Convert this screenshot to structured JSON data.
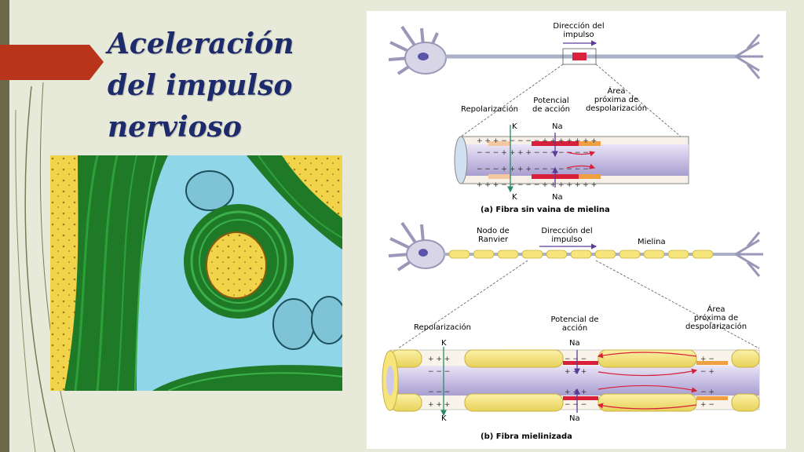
{
  "slide": {
    "title": "Aceleración del impulso nervioso"
  },
  "figure_a": {
    "direction_label": "Dirección del impulso",
    "repolarization": "Repolarización",
    "action_potential": "Potencial de acción",
    "next_area": "Área próxima de despolarización",
    "k": "K",
    "na": "Na",
    "caption": "(a) Fibra sin vaina de mielina"
  },
  "figure_b": {
    "ranvier_node": "Nodo de Ranvier",
    "direction_label": "Dirección del impulso",
    "myelin": "Mielina",
    "repolarization": "Repolarización",
    "action_potential": "Potencial de acción",
    "next_area": "Área próxima de despolarización",
    "k": "K",
    "na": "Na",
    "caption": "(b) Fibra mielinizada"
  },
  "colors": {
    "title": "#1d2a6b",
    "accent_red": "#b8341b",
    "myelin": "#f5e57a",
    "axon": "#cfc8e8",
    "depolarized": "#d8203a",
    "next_area": "#f0a040"
  }
}
